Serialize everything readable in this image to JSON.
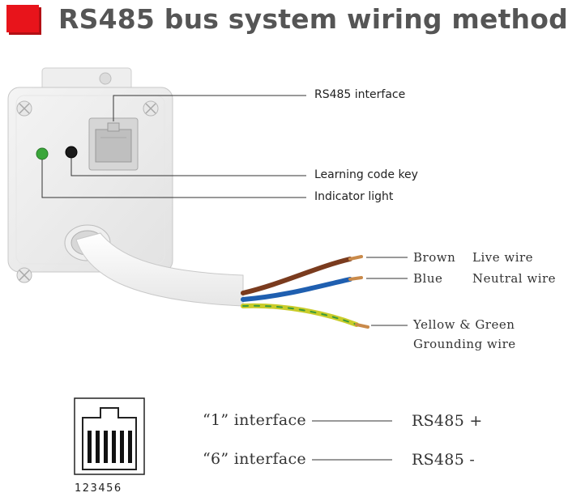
{
  "title": "RS485 bus system wiring method",
  "device": {
    "labels": {
      "rs485_interface": "RS485 interface",
      "learning_code_key": "Learning code key",
      "indicator_light": "Indicator light"
    }
  },
  "wires": [
    {
      "color_name": "Brown",
      "function": "Live wire",
      "color": "#7a3b1e"
    },
    {
      "color_name": "Blue",
      "function": "Neutral wire",
      "color": "#1f5fb0"
    },
    {
      "color_name": "Yellow & Green",
      "function": "Grounding wire",
      "color": "#c9cc2a"
    }
  ],
  "connector": {
    "pin_numbers": "123456",
    "pins": [
      {
        "interface": "“1” interface",
        "signal": "RS485 +"
      },
      {
        "interface": "“6” interface",
        "signal": "RS485 -"
      }
    ]
  },
  "colors": {
    "accent": "#e8141b",
    "title": "#555555",
    "indicator_green": "#3aa63a"
  }
}
